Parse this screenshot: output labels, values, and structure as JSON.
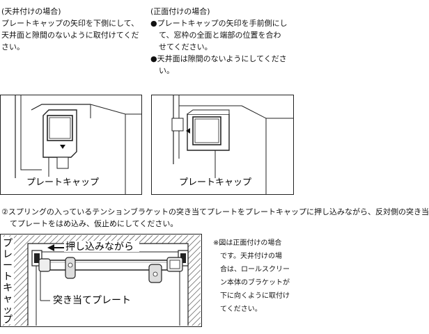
{
  "ceiling": {
    "heading": "(天井付けの場合)",
    "lines": [
      "プレートキャップの矢印を下側にして、",
      "天井面と隙間のないように取付けてくだ",
      "さい。"
    ]
  },
  "front": {
    "heading": "(正面付けの場合)",
    "bullet1": [
      "●プレートキャップの矢印を手前側にし",
      "て、窓枠の全面と端部の位置を合わ",
      "せてください。"
    ],
    "bullet2": [
      "●天井面は隙間のないようにしてくださ",
      "い。"
    ]
  },
  "fig1_label": "プレートキャップ",
  "fig2_label": "プレートキャップ",
  "step2": [
    "②スプリングの入っているテンションブラケットの突き当てプレートをプレートキャップに押し込みながら、反対側の突き当",
    "てプレートをはめ込み、仮止めにしてください。"
  ],
  "fig3": {
    "vertical_label": [
      "プ",
      "レ",
      "ー",
      "ト",
      "キ",
      "ャ",
      "ッ",
      "プ"
    ],
    "push_label": "押し込みながら",
    "plate_label": "突き当てプレート"
  },
  "note": [
    "※図は正面付けの場合",
    "です。天井付けの場",
    "合は、ロールスクリー",
    "ン本体のブラケットが",
    "下に向くように取付け",
    "てください。"
  ]
}
